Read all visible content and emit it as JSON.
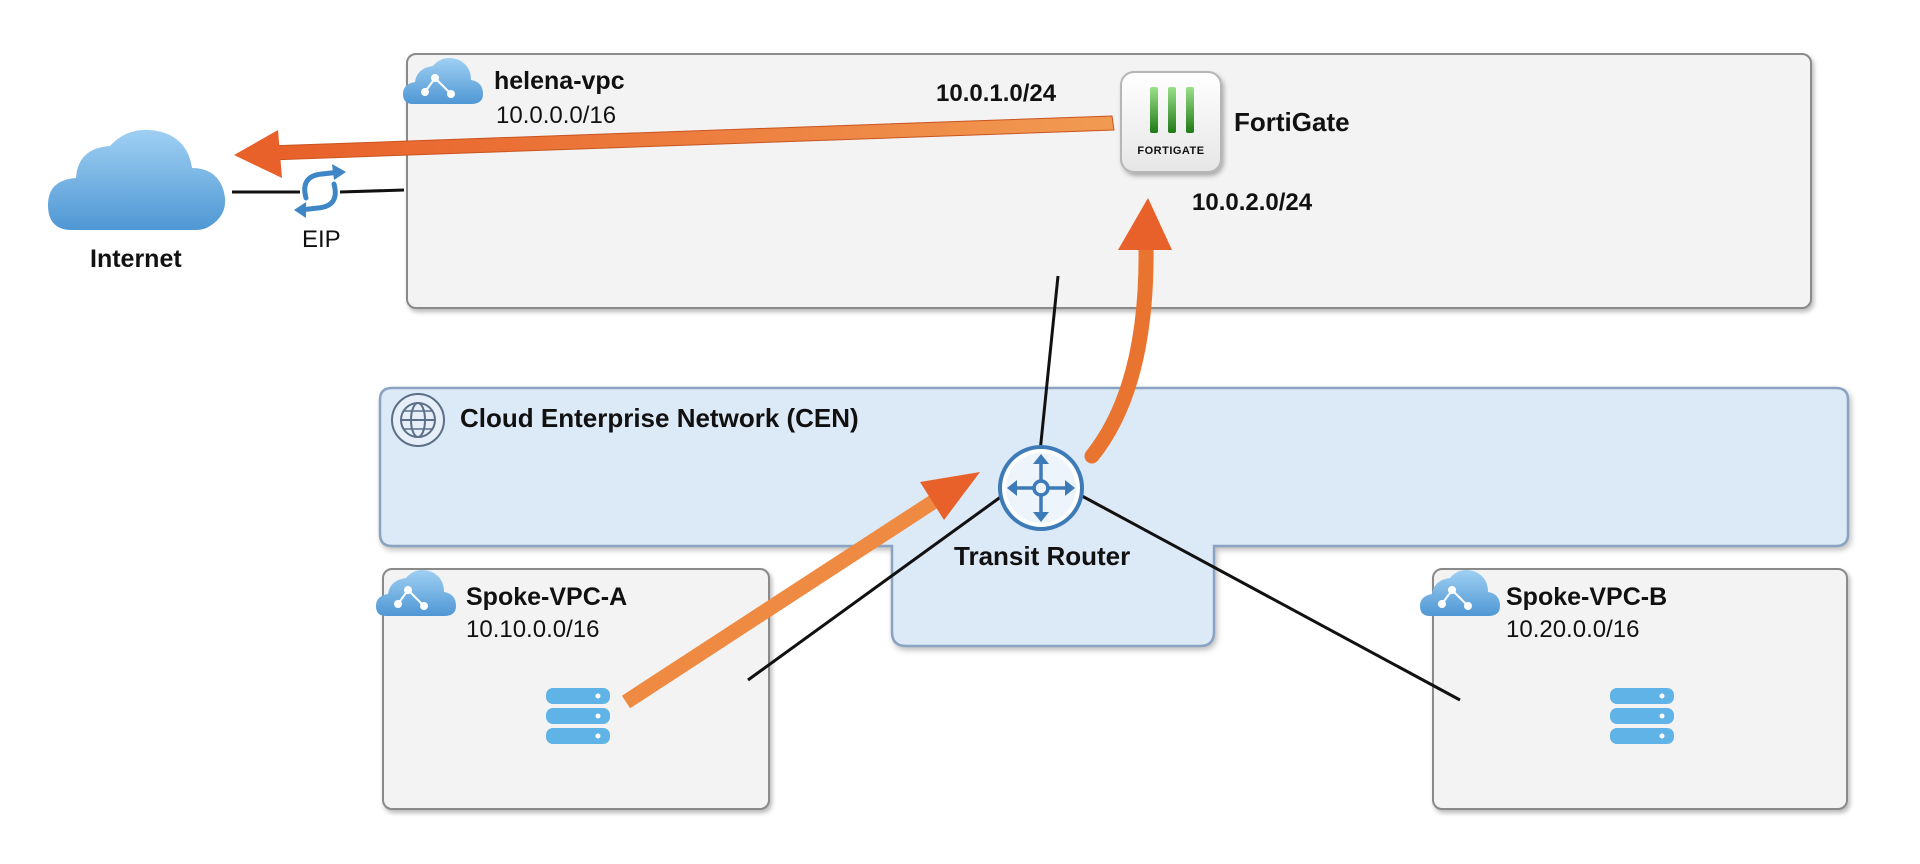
{
  "internet": {
    "label": "Internet"
  },
  "eip": {
    "label": "EIP"
  },
  "helena_vpc": {
    "name": "helena-vpc",
    "cidr": "10.0.0.0/16",
    "subnet_public": "10.0.1.0/24",
    "subnet_private": "10.0.2.0/24"
  },
  "fortigate": {
    "label": "FortiGate",
    "logo_text": "FORTIGATE"
  },
  "cen": {
    "name": "Cloud Enterprise Network (CEN)"
  },
  "transit_router": {
    "label": "Transit Router"
  },
  "spoke_a": {
    "name": "Spoke-VPC-A",
    "cidr": "10.10.0.0/16"
  },
  "spoke_b": {
    "name": "Spoke-VPC-B",
    "cidr": "10.20.0.0/16"
  },
  "colors": {
    "traffic_arrow": "#e8702e",
    "cloud_blue": "#6aaee0",
    "cen_fill": "#dce9f6",
    "router_blue": "#3c7ab8",
    "server_blue": "#5fb3e6"
  }
}
